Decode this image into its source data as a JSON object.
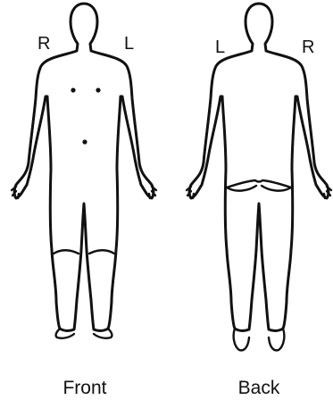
{
  "front": {
    "caption": "Front",
    "label_left": "R",
    "label_right": "L"
  },
  "back": {
    "caption": "Back",
    "label_left": "L",
    "label_right": "R"
  },
  "colors": {
    "line": "#111111",
    "background": "#ffffff"
  }
}
